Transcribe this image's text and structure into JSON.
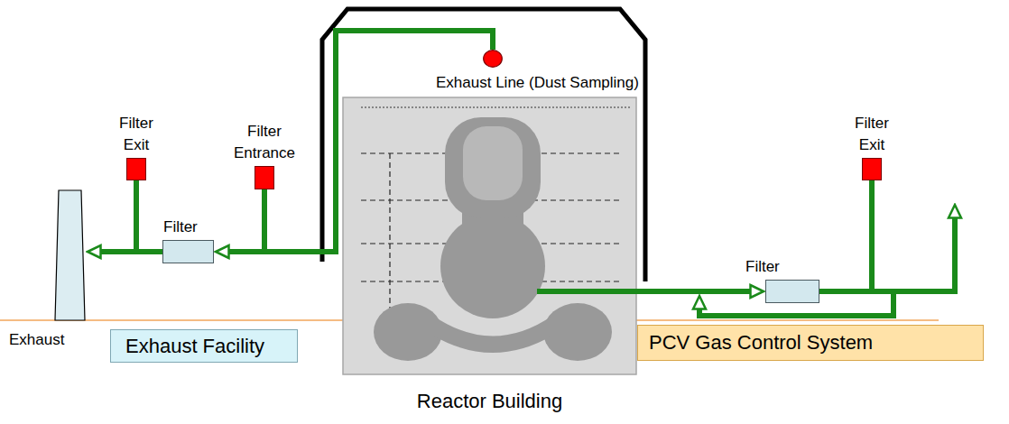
{
  "diagram": {
    "nodes": [
      {
        "text": [
          "Exhaust"
        ]
      },
      {
        "text": [
          "Filter Exit"
        ]
      },
      {
        "text": [
          "Filter"
        ]
      },
      {
        "text": [
          "Filter Entrance"
        ]
      },
      {
        "text": [
          "Exhaust Line (Dust Sampling)"
        ]
      },
      {
        "text": [
          "Reactor Building"
        ]
      },
      {
        "text": [
          "Filter"
        ]
      },
      {
        "text": [
          "Filter Exit"
        ]
      },
      {
        "text": [
          "Exhaust Facility"
        ]
      },
      {
        "text": [
          "PCV Gas Control System"
        ]
      }
    ],
    "edges": [
      {
        "from": 4,
        "to": 2,
        "arrow": "to"
      },
      {
        "from": 4,
        "to": 3,
        "arrow": "none"
      },
      {
        "from": 2,
        "to": 0,
        "arrow": "to"
      },
      {
        "from": 2,
        "to": 1,
        "arrow": "none"
      },
      {
        "from": 5,
        "to": 6,
        "arrow": "to"
      },
      {
        "from": 6,
        "to": 7,
        "arrow": "none"
      }
    ]
  }
}
